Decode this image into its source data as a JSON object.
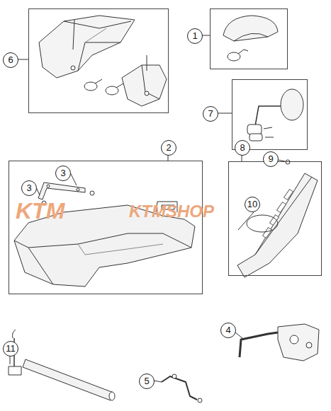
{
  "diagram": {
    "nodes": [
      {
        "text": [
          "6"
        ]
      },
      {
        "text": [
          "1"
        ]
      },
      {
        "text": [
          "7"
        ]
      },
      {
        "text": [
          "2"
        ]
      },
      {
        "text": [
          "8"
        ]
      }
    ],
    "labels": [
      "KTM",
      "KTMSHOP",
      "3",
      "3",
      "9",
      "10",
      "4",
      "5",
      "11"
    ]
  }
}
